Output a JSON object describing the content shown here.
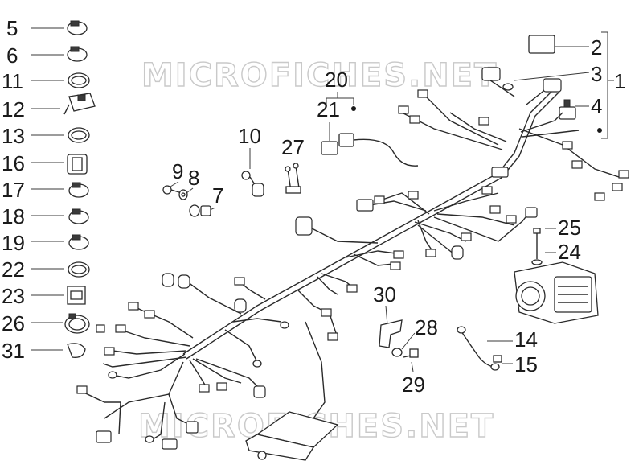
{
  "watermark": {
    "top": "MICROFICHES.NET",
    "bottom": "MICROFICHES.NET"
  },
  "left_column": [
    {
      "id": "p5",
      "label": "5"
    },
    {
      "id": "p6",
      "label": "6"
    },
    {
      "id": "p11",
      "label": "11"
    },
    {
      "id": "p12",
      "label": "12"
    },
    {
      "id": "p13",
      "label": "13"
    },
    {
      "id": "p16",
      "label": "16"
    },
    {
      "id": "p17",
      "label": "17"
    },
    {
      "id": "p18",
      "label": "18"
    },
    {
      "id": "p19",
      "label": "19"
    },
    {
      "id": "p22",
      "label": "22"
    },
    {
      "id": "p23",
      "label": "23"
    },
    {
      "id": "p26",
      "label": "26"
    },
    {
      "id": "p31",
      "label": "31"
    }
  ],
  "callouts": {
    "c1": "1",
    "c2": "2",
    "c3": "3",
    "c4": "4",
    "c7": "7",
    "c8": "8",
    "c9": "9",
    "c10": "10",
    "c14": "14",
    "c15": "15",
    "c20": "20",
    "c21": "21",
    "c24": "24",
    "c25": "25",
    "c27": "27",
    "c28": "28",
    "c29": "29",
    "c30": "30"
  }
}
